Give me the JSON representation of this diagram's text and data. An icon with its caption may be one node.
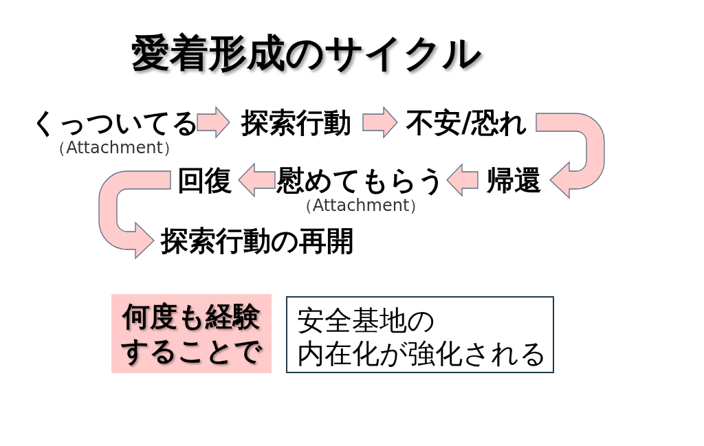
{
  "diagram": {
    "title": "愛着形成のサイクル",
    "nodes": [
      {
        "text": [
          "くっついてる"
        ],
        "beside": [
          "（Attachment）"
        ]
      },
      {
        "text": [
          "探索行動"
        ]
      },
      {
        "text": [
          "不安/恐れ"
        ]
      },
      {
        "text": [
          "帰還"
        ]
      },
      {
        "text": [
          "慰めてもらう"
        ],
        "beside": [
          "（Attachment）"
        ]
      },
      {
        "text": [
          "回復"
        ]
      },
      {
        "text": [
          "探索行動の再開"
        ]
      },
      {
        "text": [
          "何度も経験することで"
        ]
      },
      {
        "text": [
          "安全基地の内在化が強化される"
        ]
      }
    ],
    "edges": [
      {
        "from": 0,
        "to": 1,
        "arrow": "to"
      },
      {
        "from": 1,
        "to": 2,
        "arrow": "to"
      },
      {
        "from": 2,
        "to": 3,
        "arrow": "to"
      },
      {
        "from": 3,
        "to": 4,
        "arrow": "to"
      },
      {
        "from": 4,
        "to": 5,
        "arrow": "to"
      },
      {
        "from": 5,
        "to": 6,
        "arrow": "to"
      }
    ]
  }
}
